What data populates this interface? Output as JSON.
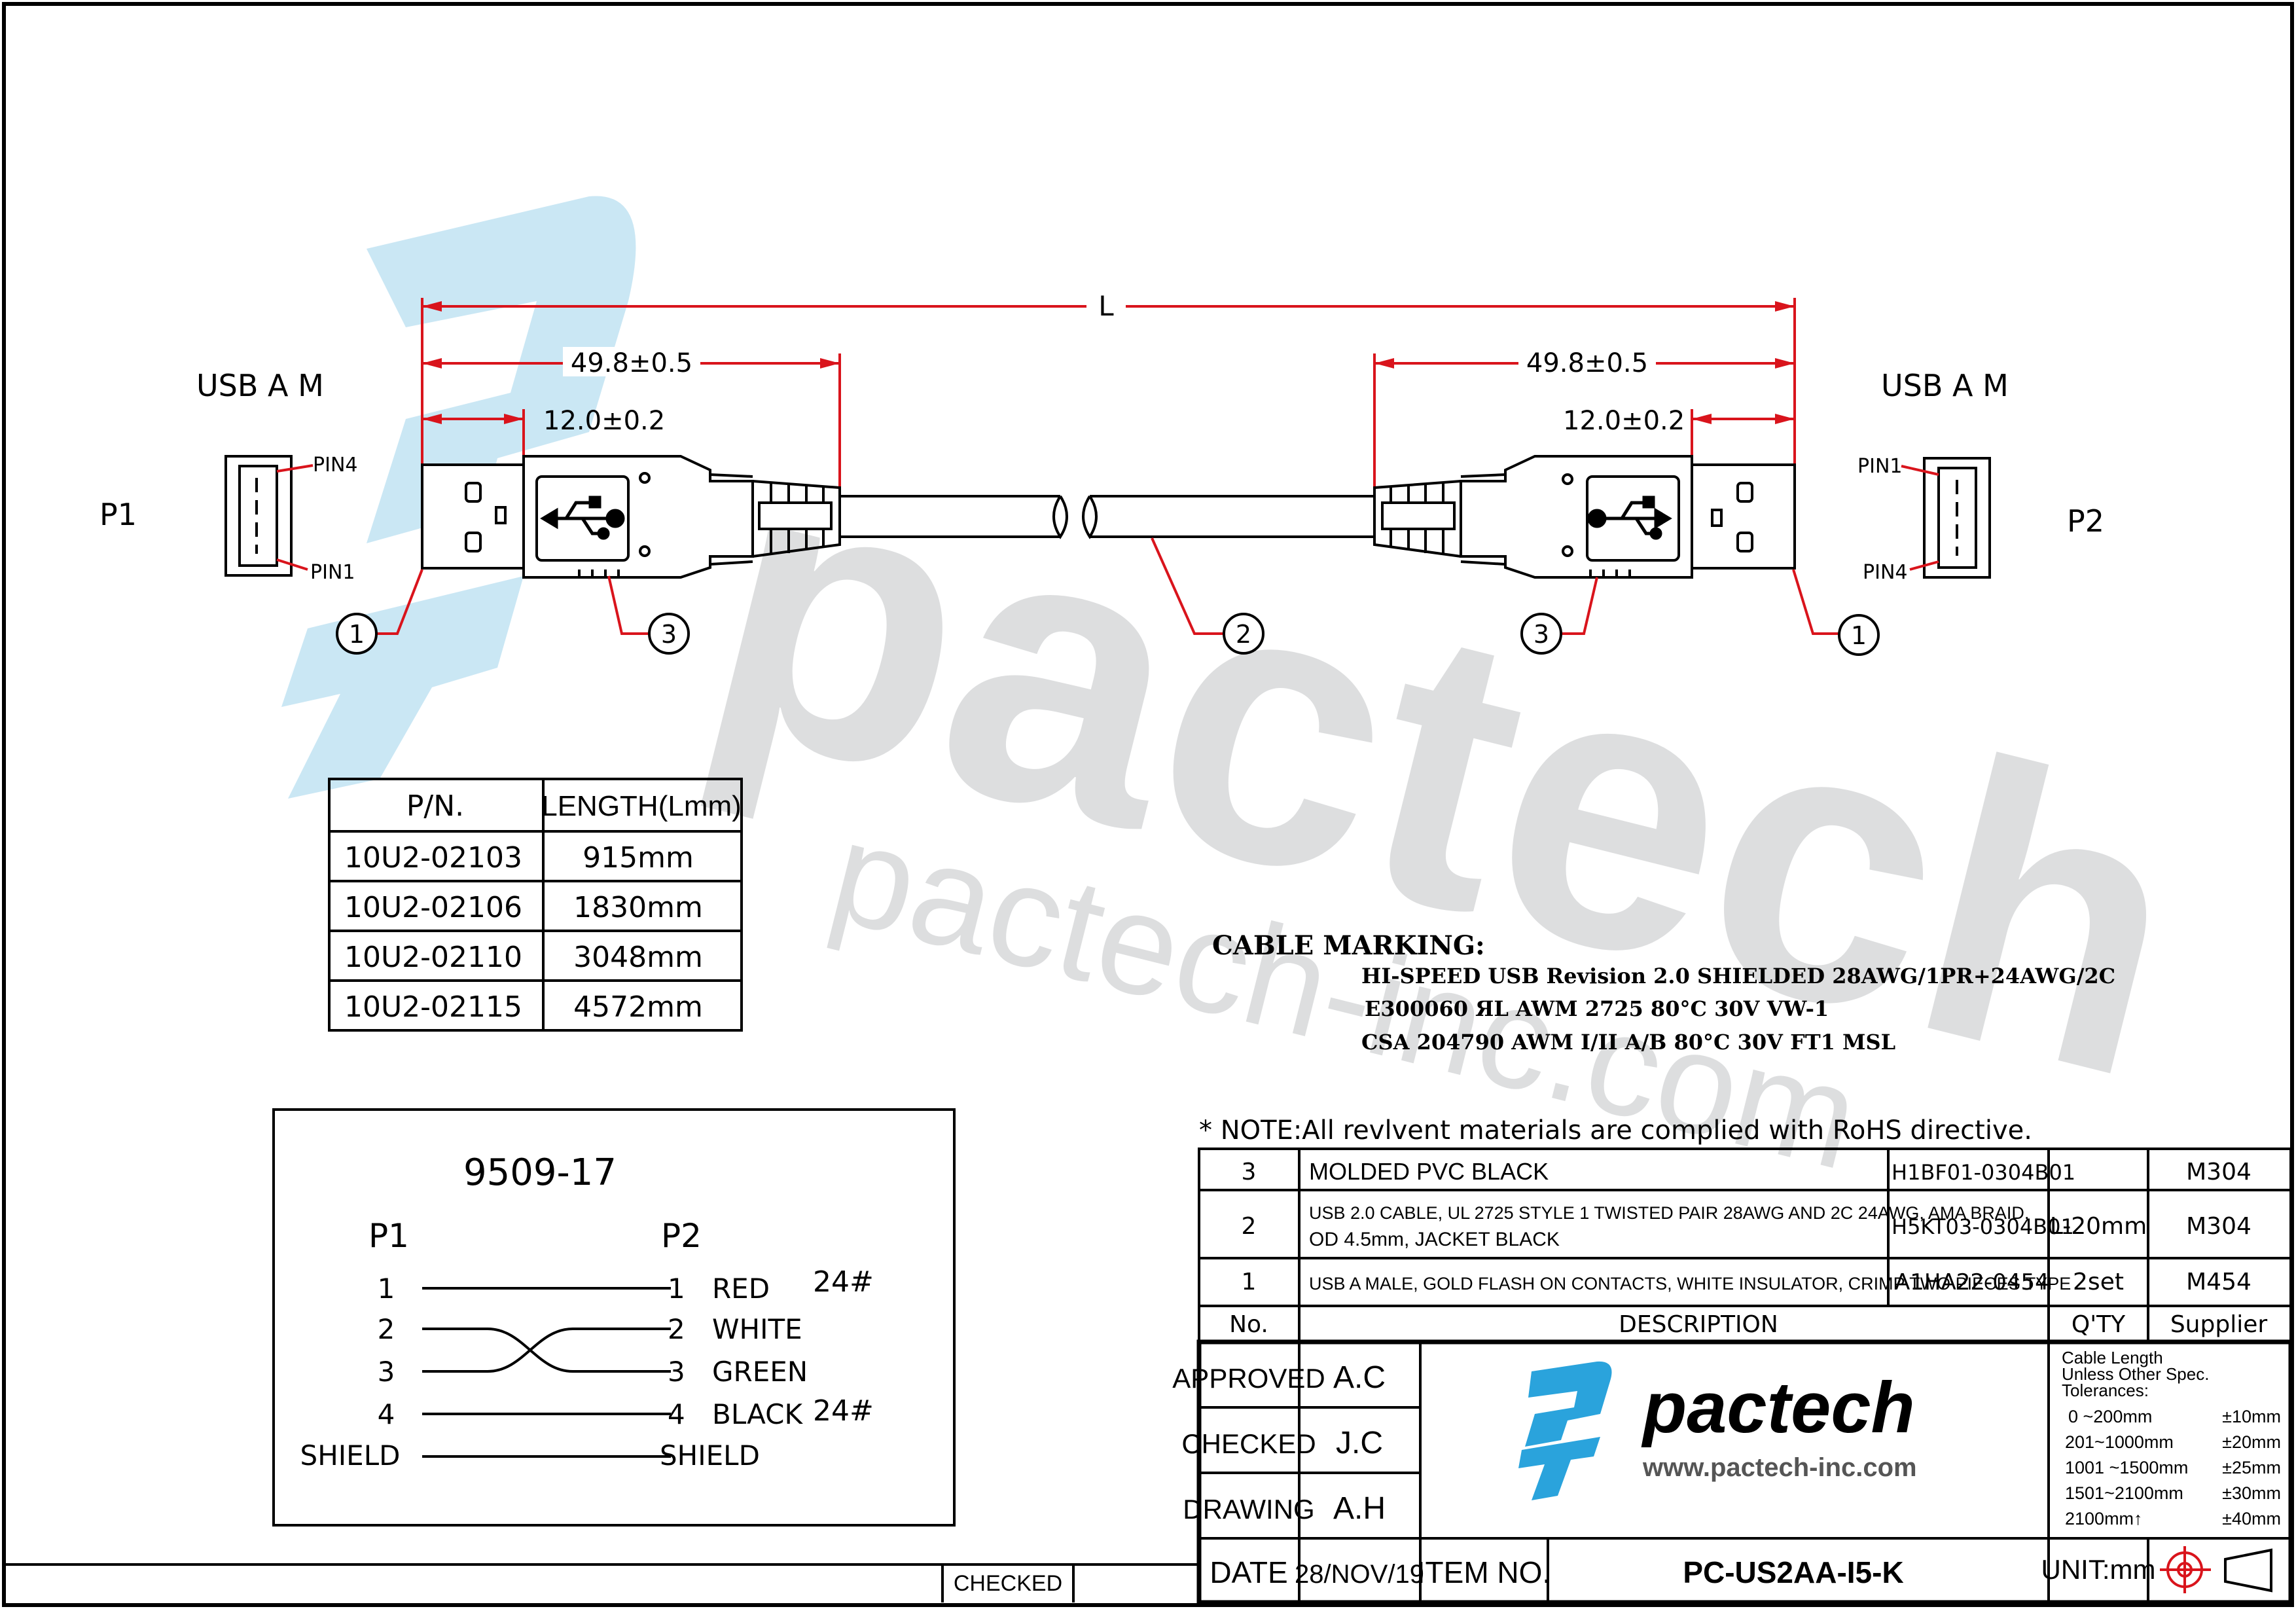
{
  "connectors": {
    "left": {
      "type": "USB  A  M",
      "name": "P1",
      "pin_top": "PIN4",
      "pin_bottom": "PIN1"
    },
    "right": {
      "type": "USB  A  M",
      "name": "P2",
      "pin_top": "PIN1",
      "pin_bottom": "PIN4"
    }
  },
  "dimensions": {
    "overall": "L",
    "left_long": "49.8±0.5",
    "left_short": "12.0±0.2",
    "right_long": "49.8±0.5",
    "right_short": "12.0±0.2"
  },
  "balloons": {
    "left_plug": "1",
    "left_mold": "3",
    "cable": "2",
    "right_mold": "3",
    "right_plug": "1"
  },
  "length_table": {
    "headers": [
      "P/N.",
      "LENGTH(Lmm)"
    ],
    "rows": [
      [
        "10U2-02103",
        "915mm"
      ],
      [
        "10U2-02106",
        "1830mm"
      ],
      [
        "10U2-02110",
        "3048mm"
      ],
      [
        "10U2-02115",
        "4572mm"
      ]
    ]
  },
  "cable_marking": {
    "title": "CABLE MARKING:",
    "lines": [
      "HI-SPEED  USB  Revision 2.0  SHIELDED  28AWG/1PR+24AWG/2C",
      "E300060  ЯL  AWM   2725   80°C  30V  VW-1",
      "CSA  204790   AWM   I/II  A/B  80°C  30V  FT1   MSL"
    ]
  },
  "wiring": {
    "title": "9509-17",
    "p1": "P1",
    "p2": "P2",
    "left_pins": [
      "1",
      "2",
      "3",
      "4",
      "SHIELD"
    ],
    "right_pins": [
      "1",
      "2",
      "3",
      "4",
      "SHIELD"
    ],
    "colors": [
      "RED",
      "WHITE",
      "GREEN",
      "BLACK"
    ],
    "gauge_top": "24#",
    "gauge_bottom": "24#"
  },
  "note": "* NOTE:All revlvent materials are complied with RoHS directive.",
  "bom": {
    "rows": [
      {
        "no": "3",
        "description": "MOLDED  PVC  BLACK",
        "pn": "H1BF01-0304B01",
        "qty": "",
        "supplier": "M304"
      },
      {
        "no": "2",
        "description": "USB 2.0 CABLE, UL 2725 STYLE 1 TWISTED PAIR 28AWG AND 2C 24AWG, AMA BRAID,",
        "description2": "OD 4.5mm, JACKET BLACK",
        "pn": "H5KT03-0304B01",
        "qty": "L-20mm",
        "supplier": "M304"
      },
      {
        "no": "1",
        "description": "USB A MALE, GOLD FLASH ON CONTACTS, WHITE INSULATOR, CRIMP TWO PIECES TYPE",
        "pn": "A1HA22-0454",
        "qty": "2set",
        "supplier": "M454"
      }
    ],
    "header": {
      "no": "No.",
      "description": "DESCRIPTION",
      "qty": "Q'TY",
      "supplier": "Supplier"
    }
  },
  "title_block": {
    "approved_label": "APPROVED",
    "approved": "A.C",
    "checked_label": "CHECKED",
    "checked": "J.C",
    "drawing_label": "DRAWING",
    "drawing": "A.H",
    "date_label": "DATE",
    "date": "28/NOV/19",
    "item_label": "ITEM  NO.",
    "item": "PC-US2AA-I5-K",
    "unit": "UNIT:mm",
    "company": "pactech",
    "website": "www.pactech-inc.com",
    "tolerance_title": [
      "Cable  Length",
      "Unless  Other  Spec.",
      "Tolerances:"
    ],
    "tolerances": [
      [
        "0  ~200mm",
        "±10mm"
      ],
      [
        "201~1000mm",
        "±20mm"
      ],
      [
        "1001  ~1500mm",
        "±25mm"
      ],
      [
        "1501~2100mm",
        "±30mm"
      ],
      [
        "2100mm↑",
        "±40mm"
      ]
    ],
    "bottom_checked": "CHECKED"
  },
  "watermark": {
    "brand": "pactech",
    "url": "pactech-inc.com"
  }
}
